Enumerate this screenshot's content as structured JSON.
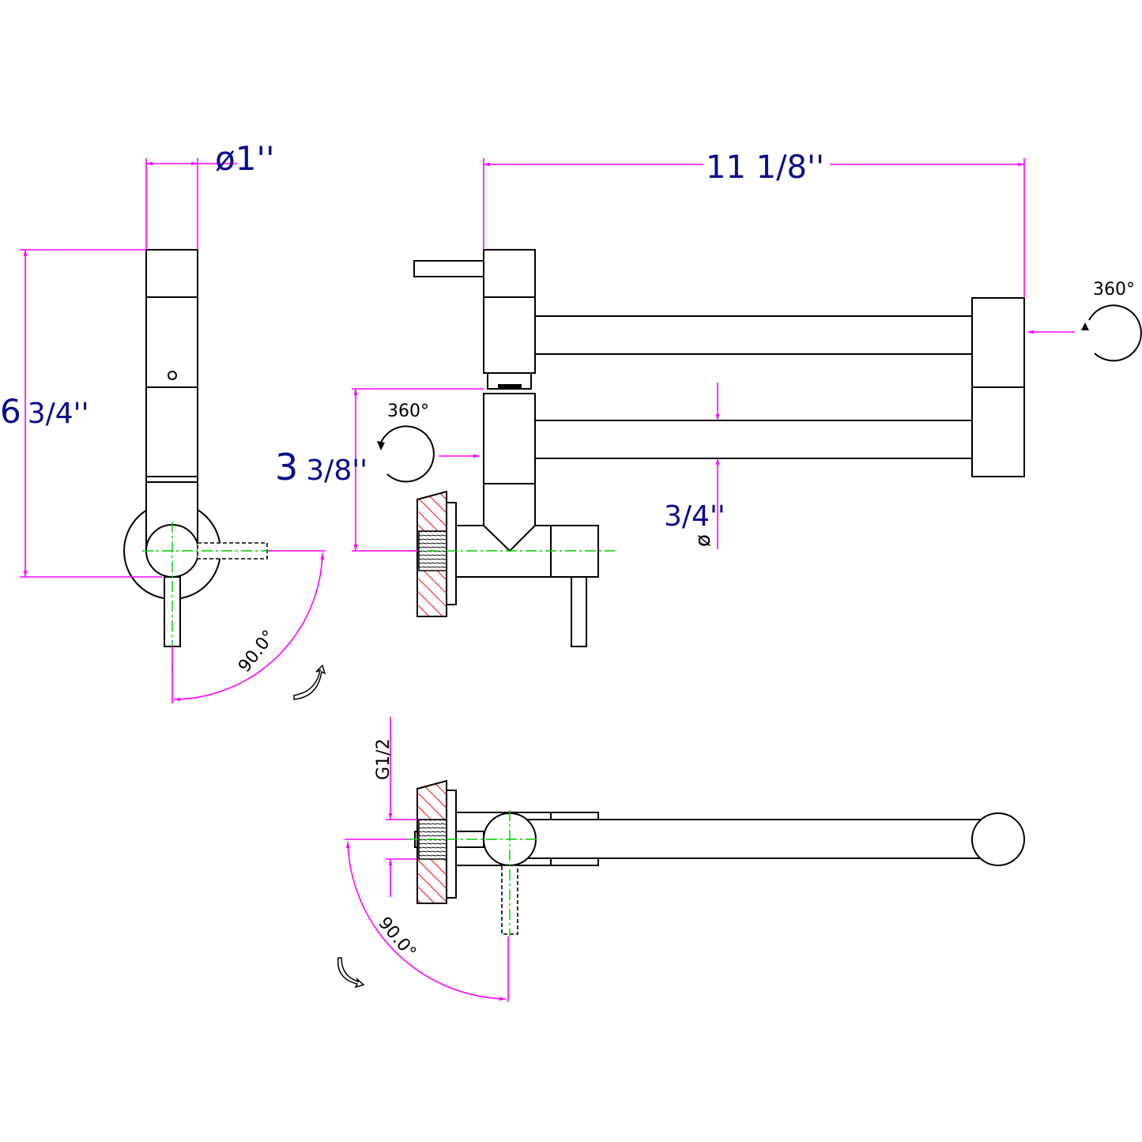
{
  "dimensions": {
    "diameter_top": "ø1''",
    "total_length": "11 1/8''",
    "height_whole": "6",
    "height_frac": "3/4''",
    "arm_spacing_whole": "3",
    "arm_spacing_frac": "3/8''",
    "arm_diameter": "3/4''",
    "arm_diameter_symbol": "ø",
    "thread": "G1/2"
  },
  "annotations": {
    "rotation_left": "360°",
    "rotation_right": "360°",
    "angle_side": "90.0°",
    "angle_top": "90.0°"
  },
  "colors": {
    "dimension": "#ff00ff",
    "centerline": "#00cc00",
    "text": "#0a0a8c",
    "hatch": "#ff0000"
  }
}
